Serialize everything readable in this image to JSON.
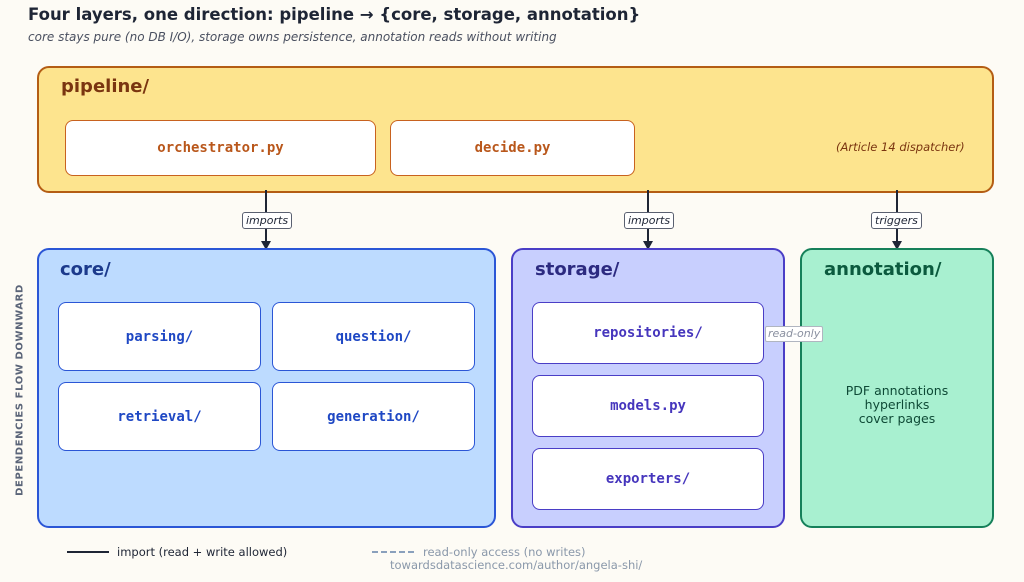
{
  "title": "Four layers, one direction: pipeline → {core, storage, annotation}",
  "subtitle": "core stays pure (no DB I/O), storage owns persistence, annotation reads without writing",
  "pipeline": {
    "title": "pipeline/",
    "modules": [
      "orchestrator.py",
      "decide.py"
    ],
    "note": "(Article 14 dispatcher)"
  },
  "core": {
    "title": "core/",
    "modules": [
      "parsing/",
      "question/",
      "retrieval/",
      "generation/"
    ]
  },
  "storage": {
    "title": "storage/",
    "modules": [
      "repositories/",
      "models.py",
      "exporters/"
    ]
  },
  "annotation": {
    "title": "annotation/",
    "description": [
      "PDF annotations",
      "hyperlinks",
      "cover pages"
    ]
  },
  "edges": [
    {
      "from": "pipeline",
      "to": "core",
      "label": "imports"
    },
    {
      "from": "pipeline",
      "to": "storage",
      "label": "imports"
    },
    {
      "from": "pipeline",
      "to": "annotation",
      "label": "triggers"
    },
    {
      "from": "annotation",
      "to": "storage.repositories",
      "label": "read-only"
    }
  ],
  "side_label": "DEPENDENCIES FLOW DOWNWARD",
  "legend": {
    "import": "import (read + write allowed)",
    "readonly": "read-only access (no writes)"
  },
  "credit": "towardsdatascience.com/author/angela-shi/",
  "colors": {
    "pipeline_fill": "#fde48e",
    "pipeline_border": "#b45d14",
    "core_fill": "#bddbff",
    "core_border": "#2b56d6",
    "storage_fill": "#c8cffe",
    "storage_border": "#4a3ec6",
    "annotation_fill": "#a8f0d0",
    "annotation_border": "#16805a"
  }
}
